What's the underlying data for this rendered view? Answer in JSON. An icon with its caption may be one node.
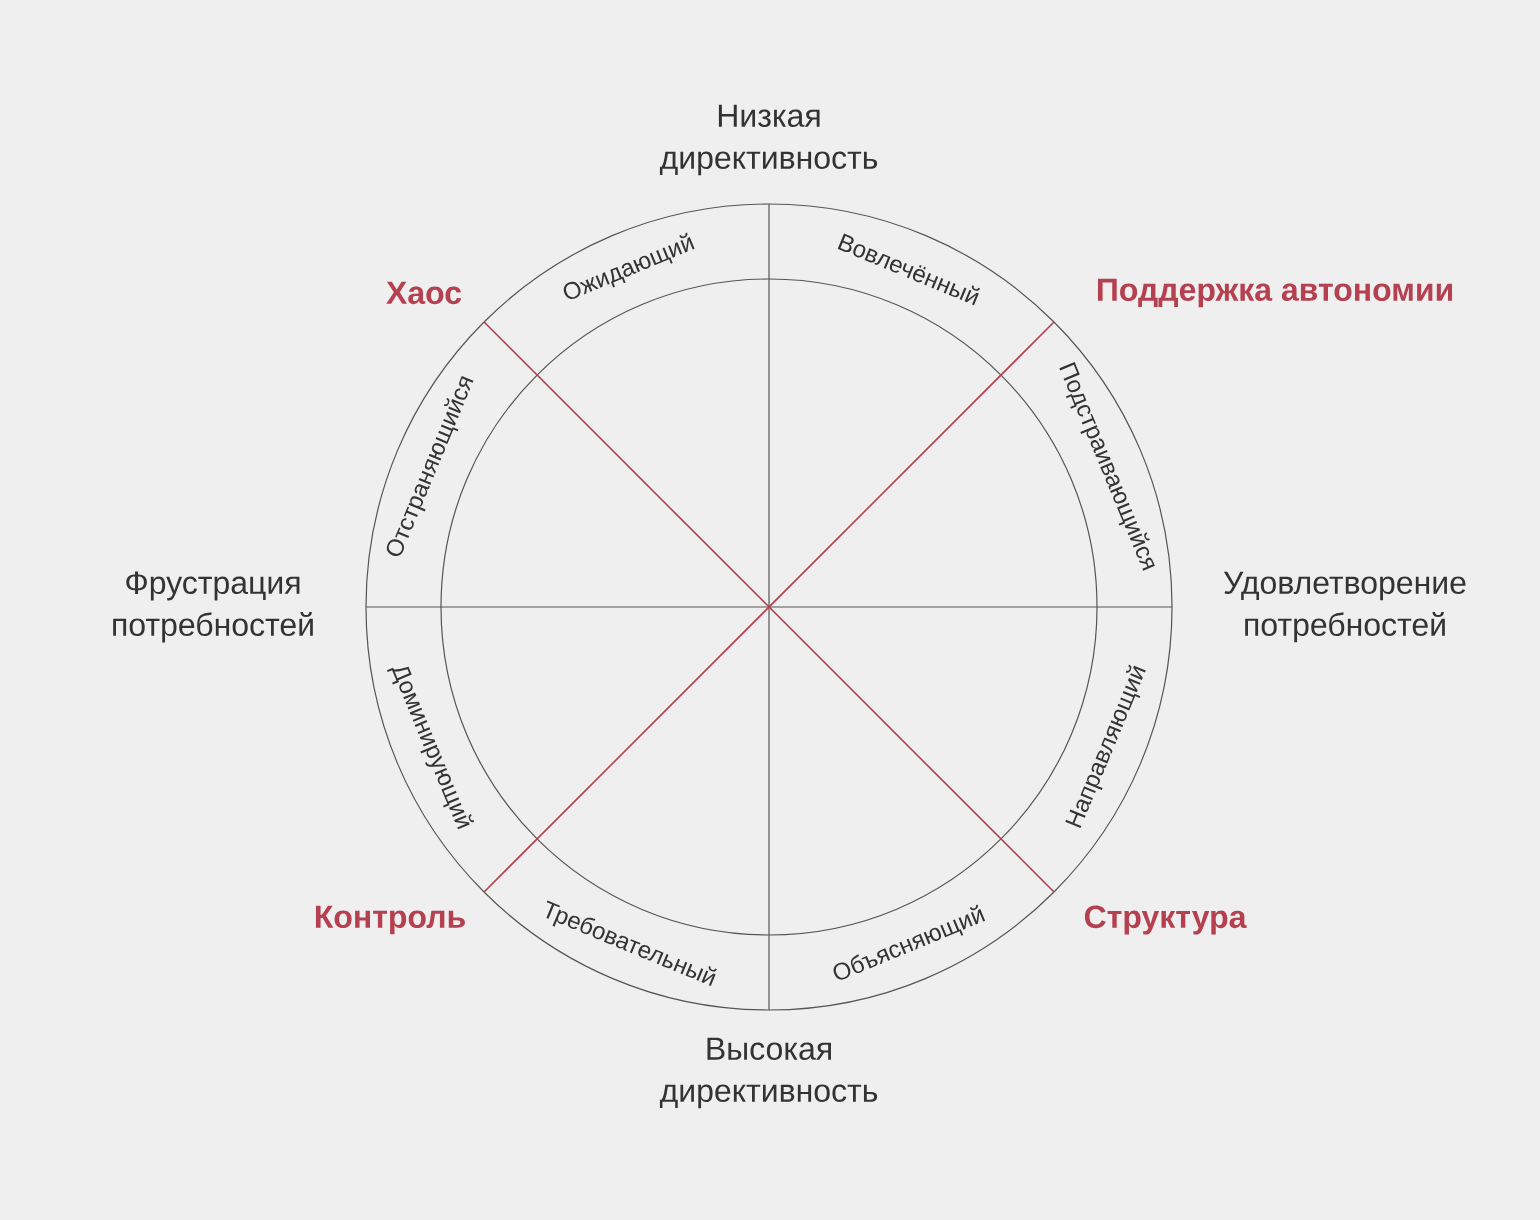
{
  "diagram": {
    "labels": [
      "Низкая директивность",
      "Хаос",
      "Ожидающий",
      "Вовлечённый",
      "Поддержка автономии",
      "Отстраняющийся",
      "Подстраивающийся",
      "Фрустрация потребностей",
      "Удовлетворение потребностей",
      "Доминирующий",
      "Направляющий",
      "Контроль",
      "Требовательный",
      "Объясняющий",
      "Структура",
      "Высокая директивность"
    ]
  }
}
